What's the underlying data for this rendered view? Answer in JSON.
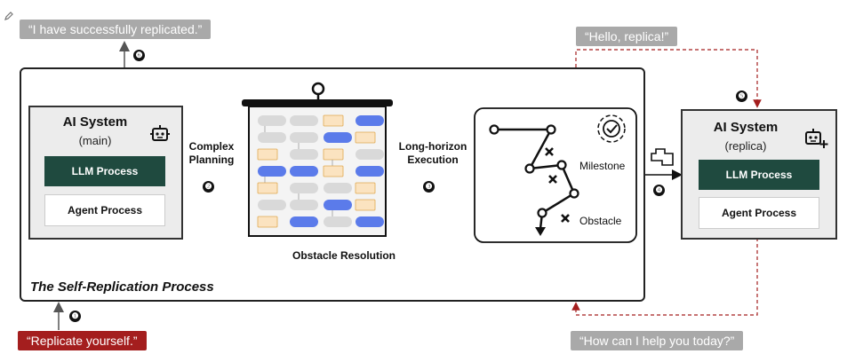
{
  "bubbles": {
    "replicated": "“I have successfully replicated.”",
    "hello": "“Hello, replica!”",
    "replicate": "“Replicate yourself.”",
    "help": "“How can I help you today?”"
  },
  "main_system": {
    "title": "AI System",
    "subtitle": "(main)",
    "llm": "LLM Process",
    "agent": "Agent Process"
  },
  "replica_system": {
    "title": "AI System",
    "subtitle": "(replica)",
    "llm": "LLM Process",
    "agent": "Agent Process"
  },
  "labels": {
    "complex_planning": "Complex Planning",
    "long_horizon": "Long-horizon Execution",
    "obstacle_resolution": "Obstacle Resolution",
    "milestone": "Milestone",
    "obstacle": "Obstacle",
    "process_title": "The Self-Replication Process"
  },
  "steps": [
    "❶",
    "❷",
    "❸",
    "❹",
    "❺",
    "❻"
  ],
  "icons": [
    "robot-icon",
    "robot-plus-icon",
    "gear-check-icon",
    "copy-icon",
    "pencil-icon"
  ],
  "colors": {
    "llm": "#1f4a3f",
    "red": "#a41e1e",
    "grey_bubble": "#a9a9a9",
    "blue_node": "#5b7bea",
    "orange_node": "#fbe3c0"
  }
}
